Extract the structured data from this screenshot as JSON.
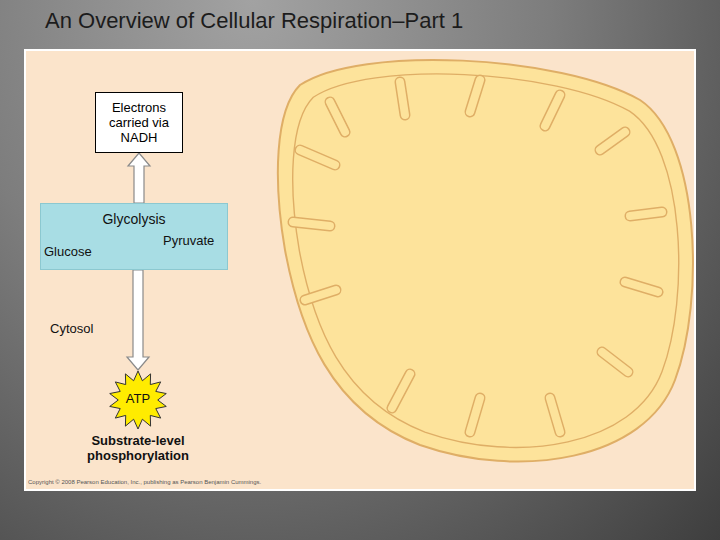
{
  "diagram": {
    "title": "An Overview of Cellular Respiration–Part 1",
    "nodes": [
      {
        "text": [
          "Electrons carried via NADH"
        ]
      },
      {
        "text": [
          "Glycolysis",
          "Glucose",
          "Pyruvate"
        ]
      },
      {
        "text": [
          "ATP",
          "Substrate-level phosphorylation"
        ]
      }
    ],
    "edges": [
      {
        "from": 1,
        "to": 0,
        "arrow": "to"
      },
      {
        "from": 1,
        "to": 2,
        "arrow": "to"
      }
    ],
    "labels": [
      "Cytosol",
      "Copyright © 2008 Pearson Education, Inc., publishing as Pearson Benjamin Cummings."
    ]
  }
}
